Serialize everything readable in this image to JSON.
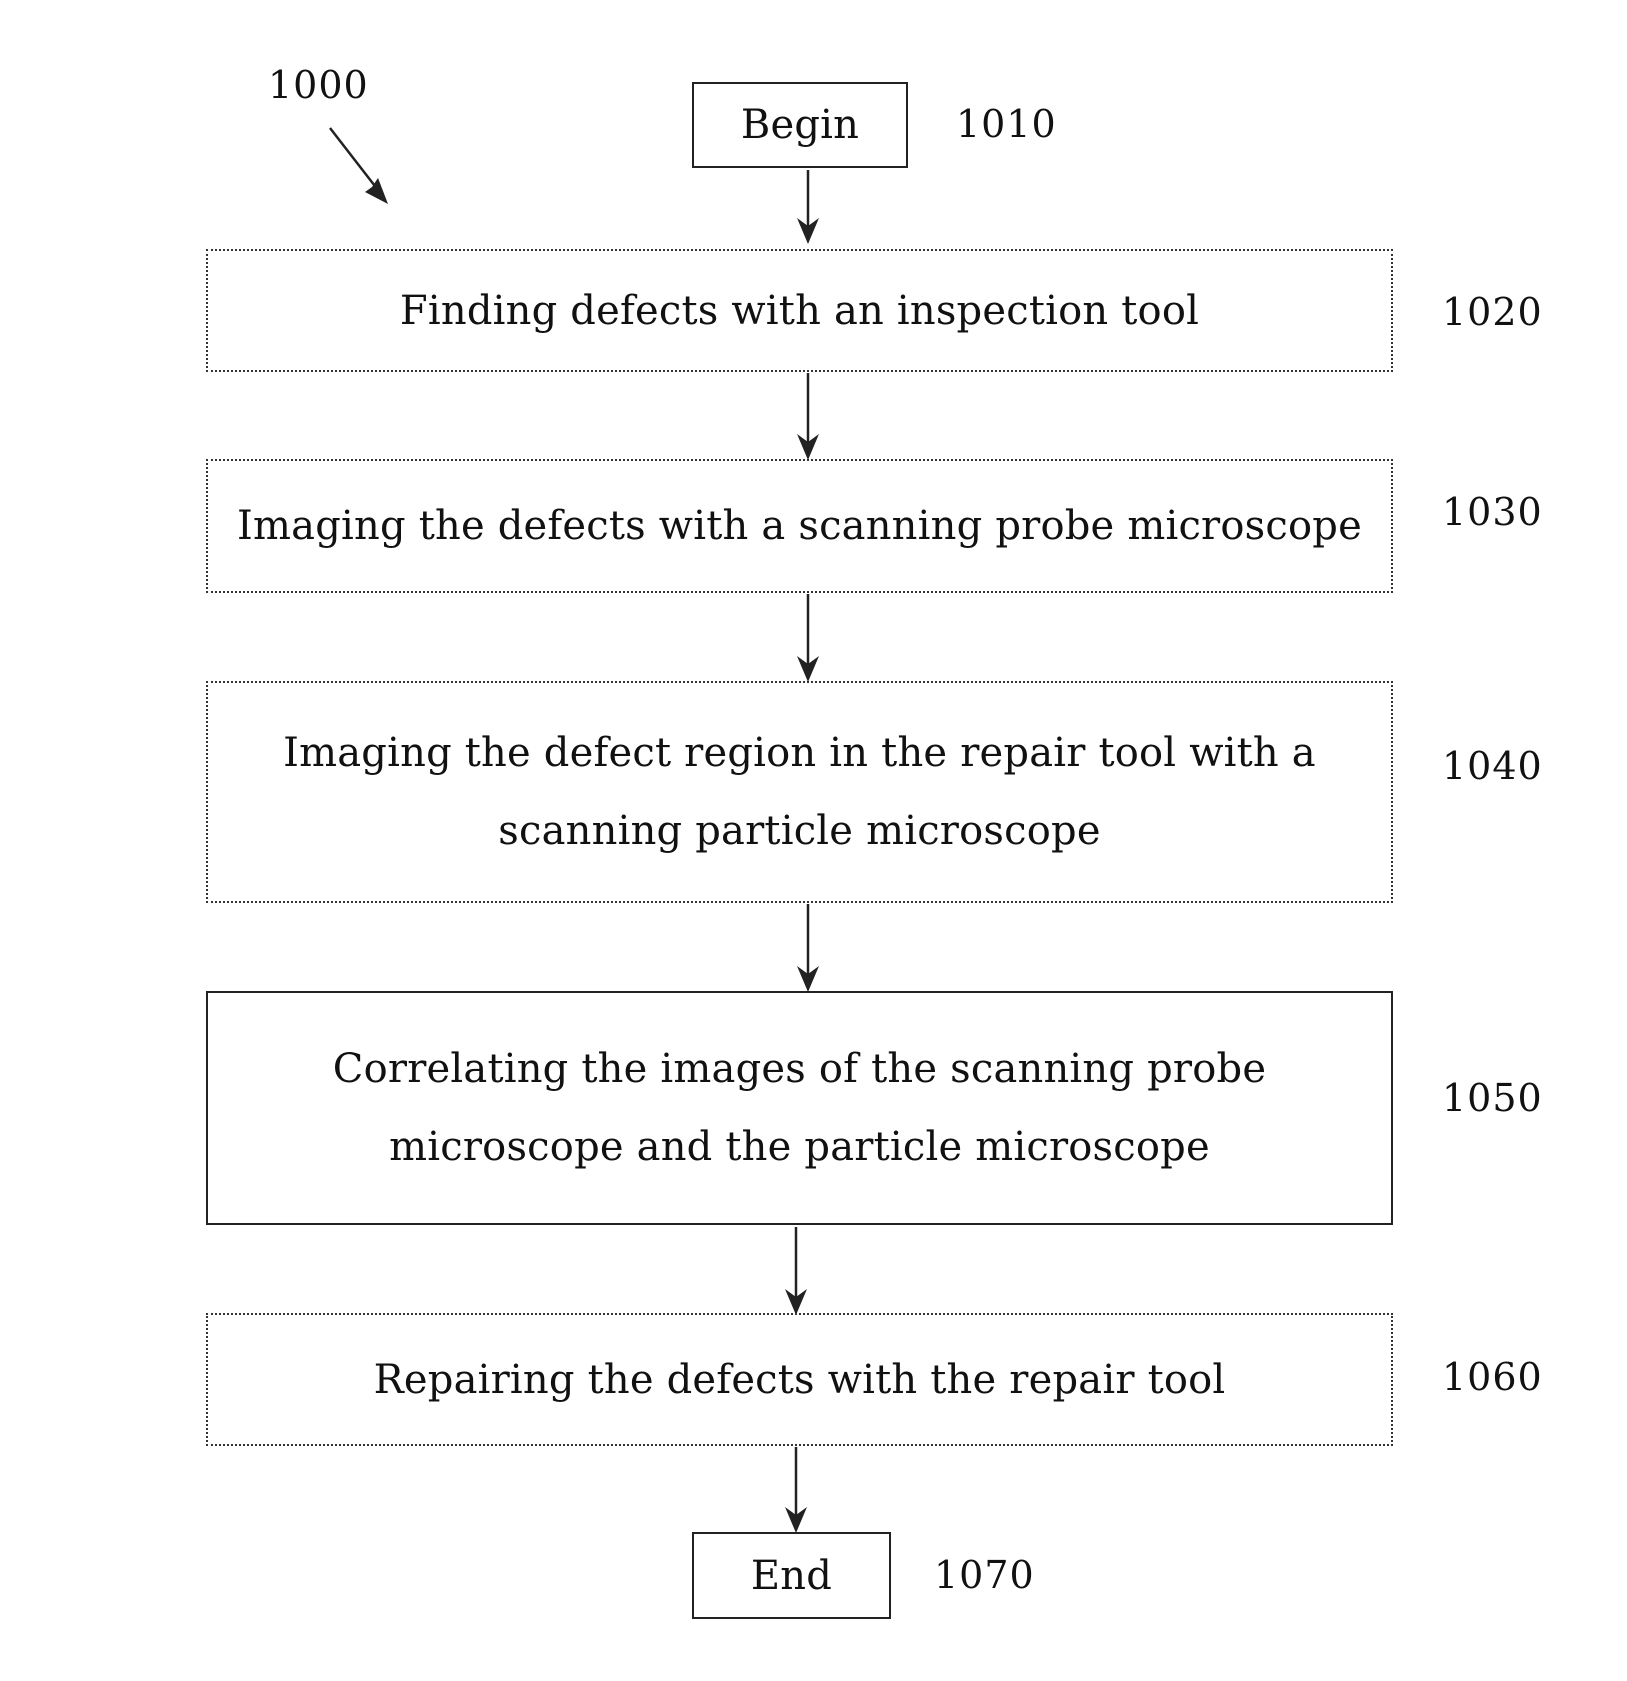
{
  "figure": {
    "label": "1000",
    "steps": [
      {
        "ref": "1010",
        "text": "Begin",
        "border": "solid"
      },
      {
        "ref": "1020",
        "text": "Finding defects with an inspection tool",
        "border": "dotted"
      },
      {
        "ref": "1030",
        "text": "Imaging the defects with a scanning probe microscope",
        "border": "dotted"
      },
      {
        "ref": "1040",
        "text": "Imaging the defect region in the repair tool with a scanning particle microscope",
        "border": "dotted"
      },
      {
        "ref": "1050",
        "text": "Correlating the images of the scanning probe microscope and the particle microscope",
        "border": "solid"
      },
      {
        "ref": "1060",
        "text": "Repairing the defects with the repair tool",
        "border": "dotted"
      },
      {
        "ref": "1070",
        "text": "End",
        "border": "solid"
      }
    ]
  },
  "colors": {
    "line": "#222222",
    "background": "#ffffff"
  }
}
